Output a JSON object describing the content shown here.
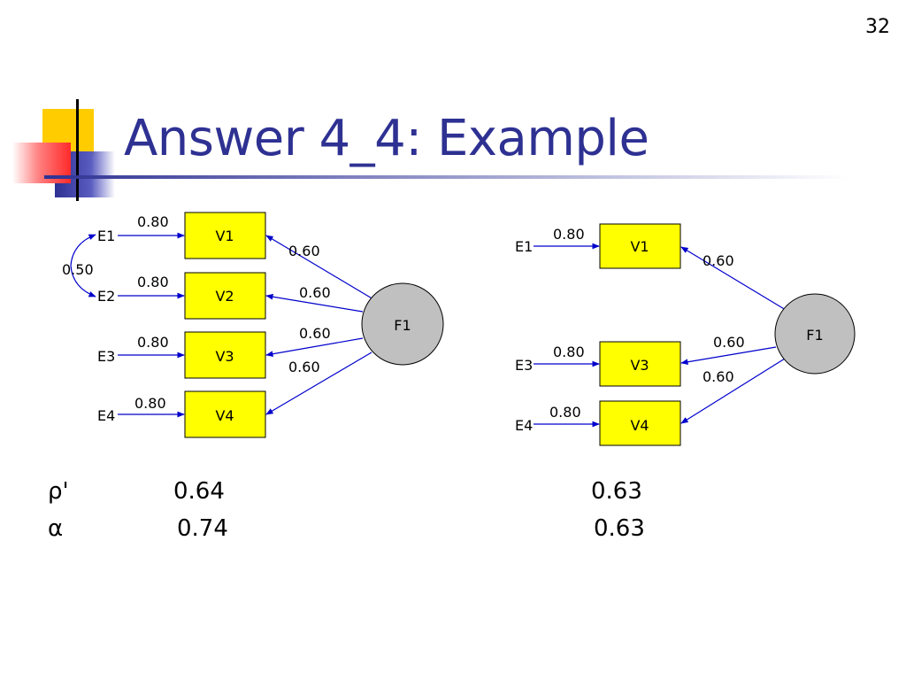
{
  "slide": {
    "page_number": "32",
    "title": "Answer 4_4: Example"
  },
  "colors": {
    "title": "#2e3192",
    "indicator_box": "#ffff00",
    "factor_circle": "#c0c0c0",
    "arrow": "#0000cc",
    "deco_yellow": "#ffcc00",
    "deco_red": "#ff3b3b",
    "deco_blue": "#2e3192"
  },
  "diagrams": [
    {
      "factor": "F1",
      "indicators": [
        {
          "label": "V1",
          "error": "E1",
          "error_weight": "0.80",
          "loading": "0.60"
        },
        {
          "label": "V2",
          "error": "E2",
          "error_weight": "0.80",
          "loading": "0.60"
        },
        {
          "label": "V3",
          "error": "E3",
          "error_weight": "0.80",
          "loading": "0.60"
        },
        {
          "label": "V4",
          "error": "E4",
          "error_weight": "0.80",
          "loading": "0.60"
        }
      ],
      "error_correlation": {
        "between": [
          "E1",
          "E2"
        ],
        "value": "0.50"
      }
    },
    {
      "factor": "F1",
      "indicators": [
        {
          "label": "V1",
          "error": "E1",
          "error_weight": "0.80",
          "loading": "0.60"
        },
        {
          "label": "V3",
          "error": "E3",
          "error_weight": "0.80",
          "loading": "0.60"
        },
        {
          "label": "V4",
          "error": "E4",
          "error_weight": "0.80",
          "loading": "0.60"
        }
      ]
    }
  ],
  "reliability": {
    "rows": [
      {
        "symbol": "ρ'",
        "left": "0.64",
        "right": "0.63"
      },
      {
        "symbol": "α",
        "left": "0.74",
        "right": "0.63"
      }
    ]
  }
}
